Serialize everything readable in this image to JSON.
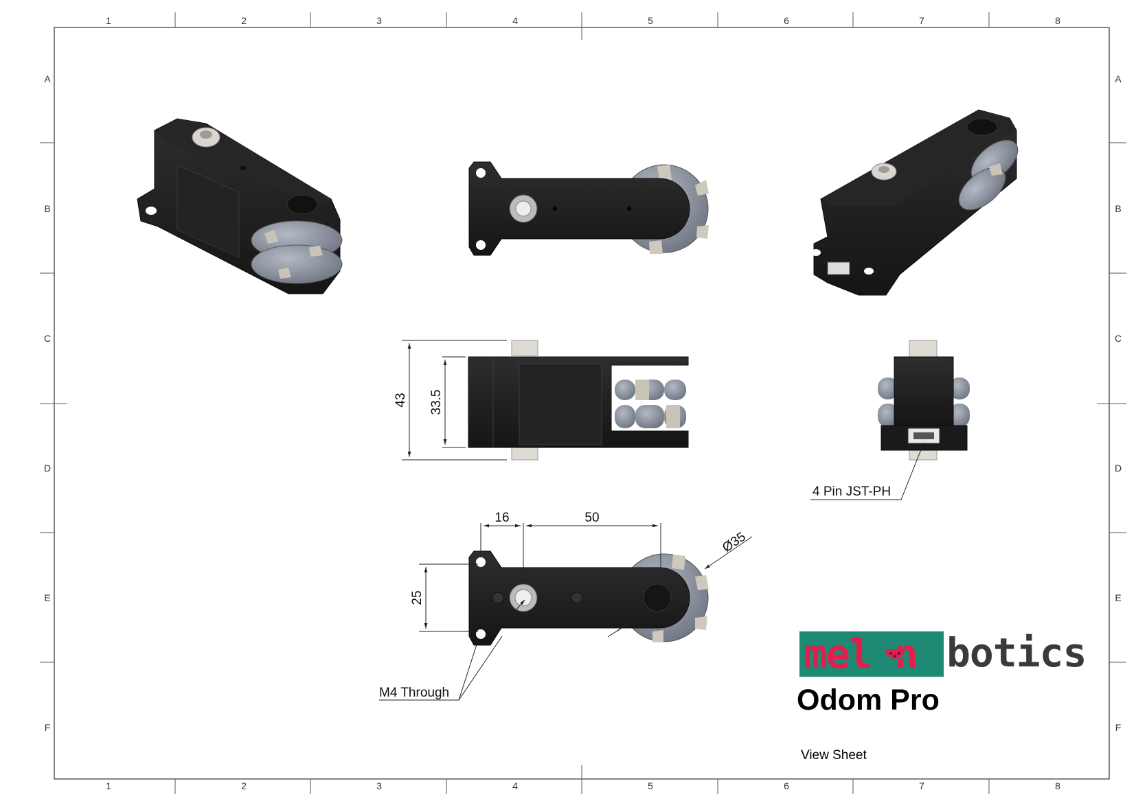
{
  "sheet": {
    "column_labels": [
      "1",
      "2",
      "3",
      "4",
      "5",
      "6",
      "7",
      "8"
    ],
    "row_labels": [
      "A",
      "B",
      "C",
      "D",
      "E",
      "F"
    ]
  },
  "dimensions": {
    "height_overall": "43",
    "height_body": "33.5",
    "offset_mount": "16",
    "arm_length": "50",
    "mount_width": "25",
    "wheel_diameter": "Ø35"
  },
  "annotations": {
    "connector": "4 Pin JST-PH",
    "mount_holes": "M4 Through"
  },
  "title_block": {
    "logo_left": "mel n",
    "logo_right": "botics",
    "product_name": "Odom Pro",
    "sheet_name": "View Sheet"
  },
  "colors": {
    "logo_background": "#1e8a73",
    "logo_accent": "#e51d4f",
    "logo_text": "#3a3a3a",
    "body": "#1c1c1c",
    "roller": "#8f96a3"
  }
}
